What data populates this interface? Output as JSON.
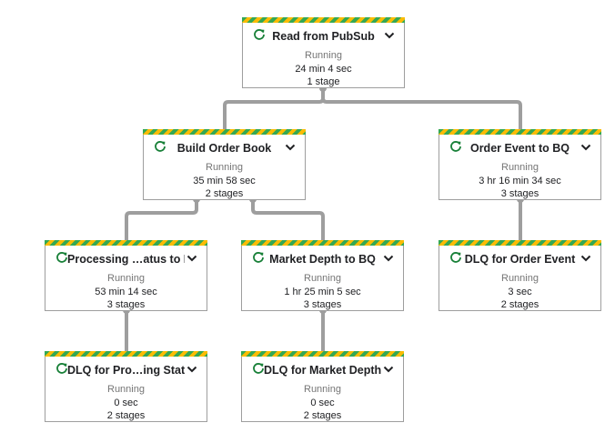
{
  "pipeline": {
    "nodes": [
      {
        "id": "read-from-pubsub",
        "title": "Read from PubSub",
        "status": "Running",
        "duration": "24 min 4 sec",
        "stages": "1 stage",
        "icon": "refresh-icon",
        "menu_icon": "chevron-down-icon"
      },
      {
        "id": "build-order-book",
        "title": "Build Order Book",
        "status": "Running",
        "duration": "35 min 58 sec",
        "stages": "2 stages",
        "icon": "refresh-icon",
        "menu_icon": "chevron-down-icon"
      },
      {
        "id": "order-event-to-bq",
        "title": "Order Event to BQ",
        "status": "Running",
        "duration": "3 hr 16 min 34 sec",
        "stages": "3 stages",
        "icon": "refresh-icon",
        "menu_icon": "chevron-down-icon"
      },
      {
        "id": "processing-status-to-bq",
        "title": "Processing …atus to BQ",
        "status": "Running",
        "duration": "53 min 14 sec",
        "stages": "3 stages",
        "icon": "refresh-icon",
        "menu_icon": "chevron-down-icon"
      },
      {
        "id": "market-depth-to-bq",
        "title": "Market Depth to BQ",
        "status": "Running",
        "duration": "1 hr 25 min 5 sec",
        "stages": "3 stages",
        "icon": "refresh-icon",
        "menu_icon": "chevron-down-icon"
      },
      {
        "id": "dlq-for-order-event",
        "title": "DLQ for Order Event",
        "status": "Running",
        "duration": "3 sec",
        "stages": "2 stages",
        "icon": "refresh-icon",
        "menu_icon": "chevron-down-icon"
      },
      {
        "id": "dlq-for-processing-status",
        "title": "DLQ for Pro…ing Status",
        "status": "Running",
        "duration": "0 sec",
        "stages": "2 stages",
        "icon": "refresh-icon",
        "menu_icon": "chevron-down-icon"
      },
      {
        "id": "dlq-for-market-depth",
        "title": "DLQ for Market Depth",
        "status": "Running",
        "duration": "0 sec",
        "stages": "2 stages",
        "icon": "refresh-icon",
        "menu_icon": "chevron-down-icon"
      }
    ]
  },
  "colors": {
    "running_icon": "#188038",
    "stripe_green": "#34a853",
    "stripe_yellow": "#fbbc04",
    "edge": "#9e9e9e"
  }
}
